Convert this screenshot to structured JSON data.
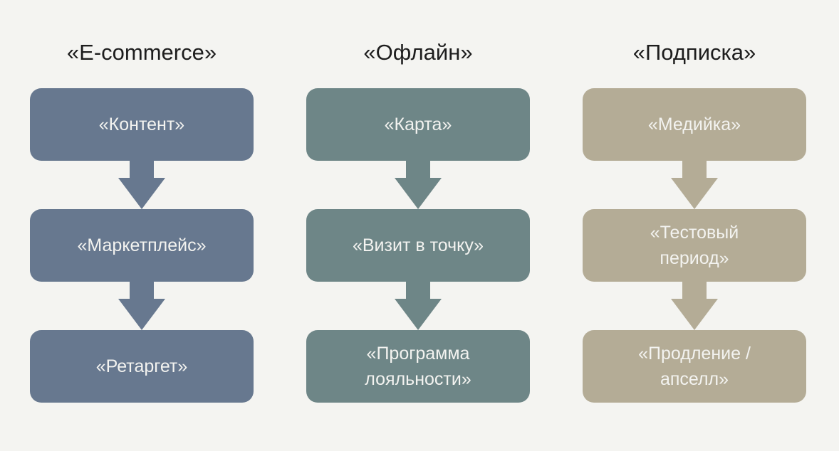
{
  "columns": [
    {
      "title": "«E-commerce»",
      "color": "#67788f",
      "steps": [
        "«Контент»",
        "«Маркетплейс»",
        "«Ретаргет»"
      ]
    },
    {
      "title": "«Офлайн»",
      "color": "#6e8687",
      "steps": [
        "«Карта»",
        "«Визит в точку»",
        "«Программа\nлояльности»"
      ]
    },
    {
      "title": "«Подписка»",
      "color": "#b4ac96",
      "steps": [
        "«Медийка»",
        "«Тестовый\nпериод»",
        "«Продление /\nапселл»"
      ]
    }
  ]
}
